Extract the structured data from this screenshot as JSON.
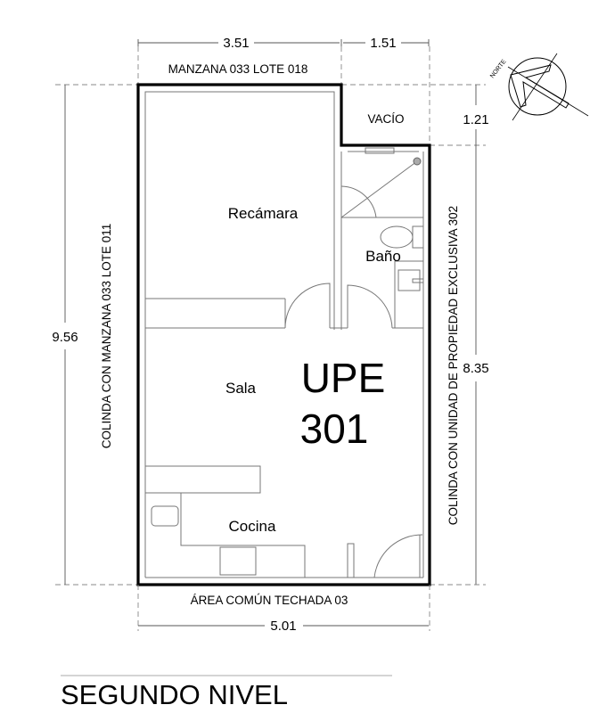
{
  "plan": {
    "dimensions": {
      "top_left": "3.51",
      "top_right": "1.51",
      "void_height": "1.21",
      "total_height": "9.56",
      "right_height": "8.35",
      "bottom_width": "5.01"
    },
    "boundaries": {
      "north": "MANZANA 033 LOTE 018",
      "west": "COLINDA CON MANZANA 033 LOTE 011",
      "east": "COLINDA CON UNIDAD DE PROPIEDAD EXCLUSIVA 302",
      "south": "ÁREA COMÚN TECHADA 03"
    },
    "void_label": "VACÍO",
    "rooms": {
      "bedroom": "Recámara",
      "bathroom": "Baño",
      "living": "Sala",
      "kitchen": "Cocina"
    },
    "unit": {
      "line1": "UPE",
      "line2": "301"
    },
    "compass": {
      "label": "NORTE",
      "icon": "north-arrow-icon"
    },
    "level_title": "SEGUNDO NIVEL"
  }
}
